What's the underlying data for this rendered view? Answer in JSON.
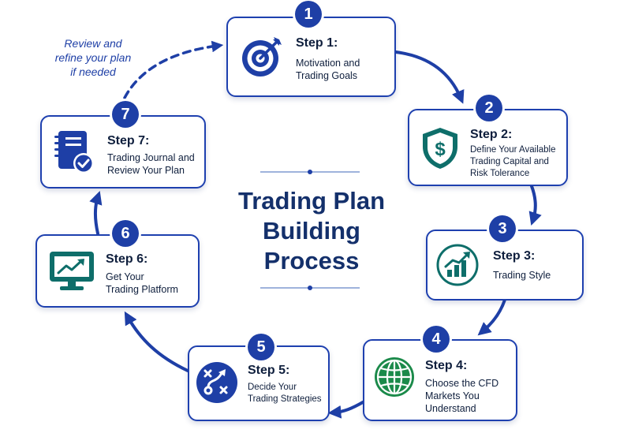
{
  "title_lines": [
    "Trading Plan",
    "Building",
    "Process"
  ],
  "review_note_lines": [
    "Review and",
    "refine your plan",
    "if needed"
  ],
  "colors": {
    "primary": "#1e3fa6",
    "accent": "#1e40af",
    "teal": "#0e6e6a",
    "green": "#1b8a4a",
    "text": "#0f1f3d"
  },
  "steps": [
    {
      "number": "1",
      "title": "Step 1:",
      "desc": [
        "Motivation and",
        "Trading Goals"
      ],
      "icon": "target-icon"
    },
    {
      "number": "2",
      "title": "Step 2:",
      "desc": [
        "Define Your Available",
        "Trading Capital and",
        "Risk Tolerance"
      ],
      "icon": "shield-dollar-icon"
    },
    {
      "number": "3",
      "title": "Step 3:",
      "desc": [
        "Trading Style"
      ],
      "icon": "growth-chart-icon"
    },
    {
      "number": "4",
      "title": "Step 4:",
      "desc": [
        "Choose the CFD",
        "Markets You",
        "Understand"
      ],
      "icon": "globe-icon"
    },
    {
      "number": "5",
      "title": "Step 5:",
      "desc": [
        "Decide Your",
        "Trading Strategies"
      ],
      "icon": "strategy-icon"
    },
    {
      "number": "6",
      "title": "Step 6:",
      "desc": [
        "Get Your",
        "Trading Platform"
      ],
      "icon": "monitor-chart-icon"
    },
    {
      "number": "7",
      "title": "Step 7:",
      "desc": [
        "Trading Journal and",
        "Review Your Plan"
      ],
      "icon": "journal-check-icon"
    }
  ]
}
